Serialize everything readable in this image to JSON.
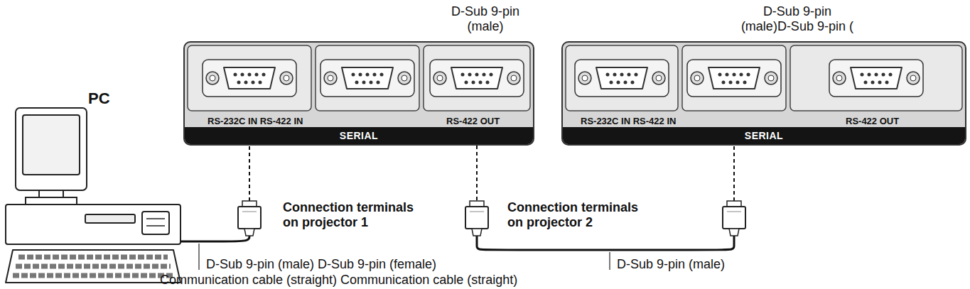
{
  "diagram": {
    "nodes": [
      {
        "text": [
          "PC"
        ]
      },
      {
        "text": [
          "RS-232C IN RS-422 IN",
          "RS-422 OUT",
          "SERIAL"
        ]
      },
      {
        "text": [
          "RS-232C IN RS-422 IN",
          "RS-422 OUT",
          "SERIAL"
        ]
      }
    ],
    "edges": [
      {
        "from": 0,
        "to": 1,
        "arrow": "none"
      },
      {
        "from": 1,
        "to": 2,
        "arrow": "none"
      }
    ],
    "labels": [
      "D-Sub 9-pin (male)",
      "D-Sub 9-pin (male)D-Sub 9-pin (",
      "Connection terminals on projector 1",
      "Connection terminals on projector 2",
      "D-Sub 9-pin (male) D-Sub 9-pin (female)",
      "D-Sub 9-pin (male)",
      "Communication cable (straight) Communication cable (straight)"
    ]
  }
}
